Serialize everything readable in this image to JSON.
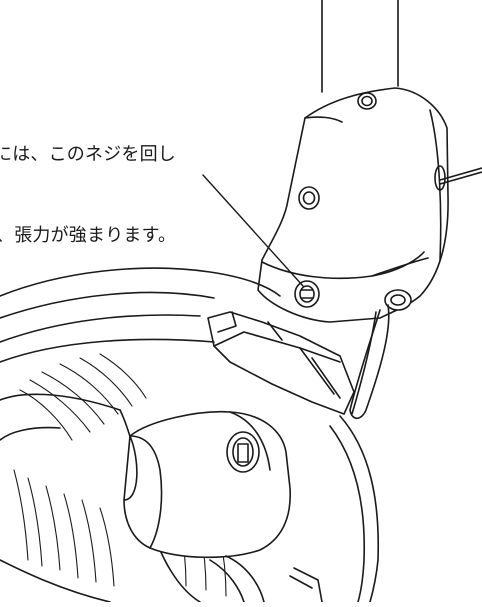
{
  "callout": {
    "line1": "には、このネジを回し",
    "line2": "、張力が強まります。"
  },
  "colors": {
    "stroke": "#1a1a1a",
    "background": "#ffffff"
  },
  "icons": {
    "tension-screw": "hex-socket-screw",
    "adjust-direction": "leader-line"
  }
}
